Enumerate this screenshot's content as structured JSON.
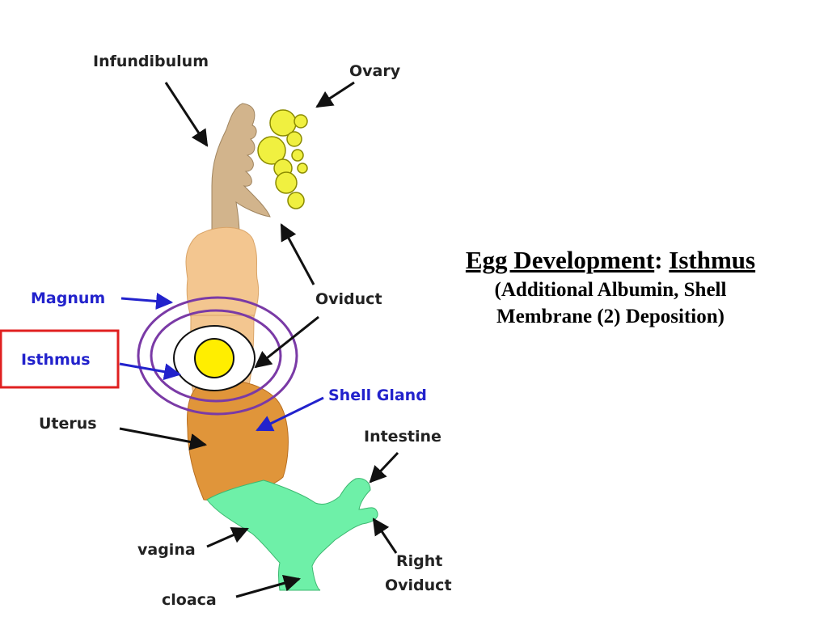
{
  "colors": {
    "label_black": "#222222",
    "label_blue": "#2222cc",
    "highlight_red": "#e02020",
    "ring_purple": "#7a3aa6",
    "infundibulum_tan": "#d2b48c",
    "magnum_peach": "#f3c690",
    "uterus_orange": "#e0953a",
    "cloaca_green": "#6ef0a8",
    "ovary_yellow": "#f0f040",
    "yolk_yellow": "#ffee00"
  },
  "labels": {
    "infundibulum": "Infundibulum",
    "ovary": "Ovary",
    "magnum": "Magnum",
    "oviduct": "Oviduct",
    "isthmus": "Isthmus",
    "shell_gland": "Shell Gland",
    "uterus": "Uterus",
    "intestine": "Intestine",
    "vagina": "vagina",
    "right_oviduct_1": "Right",
    "right_oviduct_2": "Oviduct",
    "cloaca": "cloaca"
  },
  "title": {
    "main": "Egg Development",
    "separator": ":",
    "stage": "Isthmus",
    "line2": "(Additional Albumin, Shell",
    "line3": "Membrane (2) Deposition)"
  }
}
